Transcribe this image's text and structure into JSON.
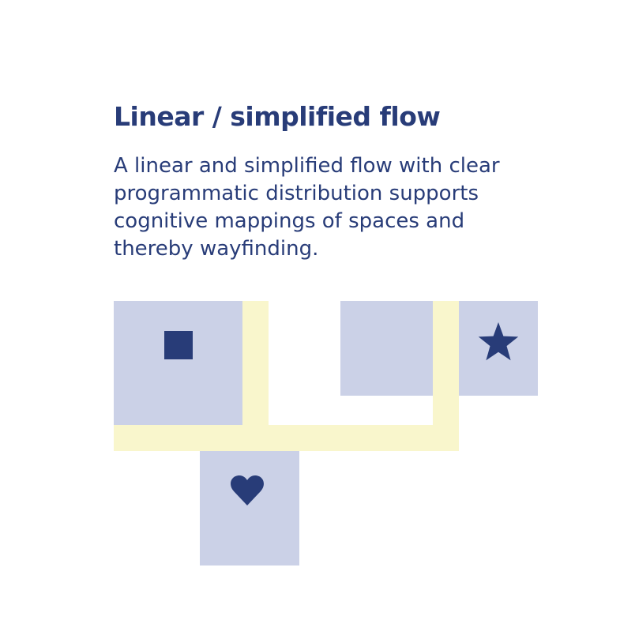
{
  "heading": "Linear / simplified flow",
  "description": "A linear and simplified flow with clear programmatic distribution supports cognitive mappings of spaces and thereby wayfinding.",
  "colors": {
    "text": "#283c78",
    "room": "#cbd1e7",
    "corridor": "#f9f6cc",
    "icon": "#283c78"
  },
  "diagram": {
    "rooms": [
      "square-room",
      "star-room",
      "heart-room",
      "plain-room"
    ],
    "icons": [
      "square-icon",
      "star-icon",
      "heart-icon"
    ]
  }
}
